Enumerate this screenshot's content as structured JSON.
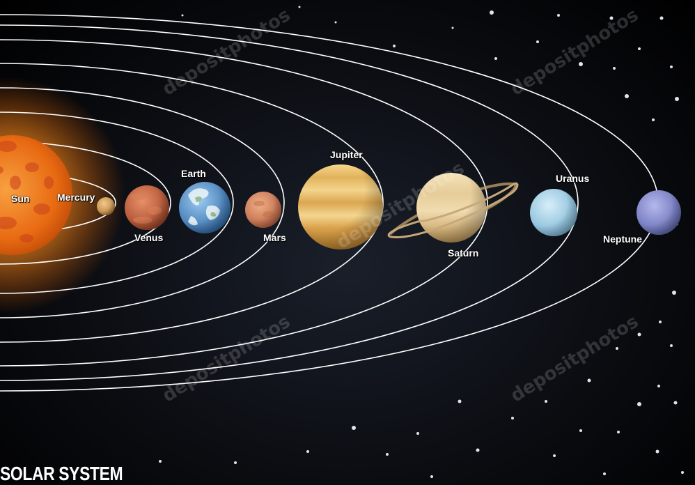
{
  "title": "SOLAR SYSTEM",
  "watermark": "depositphotos",
  "colors": {
    "background": "#0b0d12",
    "orbit": "#ffffff",
    "sun": "#f07a10",
    "mercury": "#d9a35a",
    "venus": "#c8603a",
    "earth": "#4a8cc8",
    "mars": "#d98a5a",
    "jupiter": "#e8c070",
    "saturn": "#e6d0a0",
    "uranus": "#a6d4ea",
    "neptune": "#8a90d0"
  },
  "bodies": [
    {
      "id": "sun",
      "label": "Sun",
      "icon": "sun-icon"
    },
    {
      "id": "mercury",
      "label": "Mercury",
      "icon": "mercury-icon"
    },
    {
      "id": "venus",
      "label": "Venus",
      "icon": "venus-icon"
    },
    {
      "id": "earth",
      "label": "Earth",
      "icon": "earth-icon"
    },
    {
      "id": "mars",
      "label": "Mars",
      "icon": "mars-icon"
    },
    {
      "id": "jupiter",
      "label": "Jupiter",
      "icon": "jupiter-icon"
    },
    {
      "id": "saturn",
      "label": "Saturn",
      "icon": "saturn-icon"
    },
    {
      "id": "uranus",
      "label": "Uranus",
      "icon": "uranus-icon"
    },
    {
      "id": "neptune",
      "label": "Neptune",
      "icon": "neptune-icon"
    }
  ]
}
